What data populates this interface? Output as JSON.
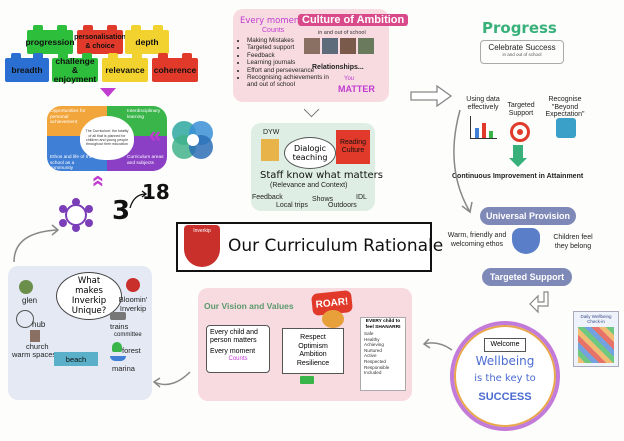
{
  "lego": {
    "progression": "progression",
    "personalisation": "personalisation & choice",
    "depth": "depth",
    "breadth": "breadth",
    "challenge": "challenge & enjoyment",
    "relevance": "relevance",
    "coherence": "coherence"
  },
  "heart": {
    "top_left": "Opportunities for personal achievement",
    "top_right": "Interdisciplinary learning",
    "bottom_left": "Ethos and life of the school as a community",
    "bottom_right": "Curriculum areas and subjects",
    "center": "The Curriculum: the totality of all that is planned for children and young people throughout their education"
  },
  "numbers": {
    "three": "3",
    "eighteen": "18"
  },
  "culture": {
    "header_line1": "Every moment",
    "header_line2": "Counts",
    "title": "Culture of Ambition",
    "subtitle": "in and out of school",
    "items": [
      "Making Mistakes",
      "Targeted support",
      "Feedback",
      "Learning journals",
      "Effort and perseverance",
      "Recognising achievements in and out of school"
    ],
    "relationships": "Relationships...",
    "you_matter_1": "You",
    "you_matter_2": "MATTER"
  },
  "dialogic": {
    "dyw": "DYW",
    "dialogic": "Dialogic teaching",
    "reading": "Reading Culture",
    "staff": "Staff know what matters",
    "relevance": "(Relevance and Context)",
    "feedback": "Feedback",
    "local_trips": "Local trips",
    "shows": "Shows",
    "outdoors": "Outdoors",
    "idl": "IDL"
  },
  "progress": {
    "title": "Progress",
    "celebrate": "Celebrate Success",
    "celebrate_sub": "in and out of school",
    "data": "Using data effectively",
    "targeted": "Targeted Support",
    "recognise": "Recognise \"Beyond Expectation\"",
    "continuous": "Continuous Improvement in Attainment"
  },
  "rationale": {
    "title": "Our Curriculum Rationale",
    "badge": "Inverkip"
  },
  "provision": {
    "universal": "Universal Provision",
    "warm": "Warm, friendly and welcoming ethos",
    "belong": "Children feel they belong",
    "targeted": "Targeted Support"
  },
  "wellbeing": {
    "welcome": "Welcome",
    "line1": "Wellbeing",
    "line2": "is the key to",
    "line3": "SUCCESS",
    "poster": "Daily Wellbeing Check-in"
  },
  "inverkip": {
    "question": "What makes Inverkip Unique?",
    "glen": "glen",
    "bloomin": "Bloomin' Inverkip",
    "hub": "hub",
    "trains": "trains",
    "committee": "committee",
    "church": "church",
    "warm_spaces": "warm spaces",
    "forest": "forest",
    "beach": "beach",
    "marina": "marina"
  },
  "vision": {
    "title": "Our Vision and Values",
    "roar": "ROAR!",
    "every_child": "Every child and person matters",
    "every_moment": "Every moment",
    "counts": "Counts",
    "values": "Respect Optimism Ambition Resilience",
    "shanarri_title": "EVERY child to feel SHANARRI",
    "shanarri": [
      "Safe",
      "Healthy",
      "Achieving",
      "Nurtured",
      "Active",
      "Respected",
      "Responsible",
      "Included"
    ]
  },
  "colors": {
    "lego_green": "#2dbf3c",
    "lego_red": "#e23a2a",
    "lego_yellow": "#f2d22e",
    "lego_blue": "#2a6fd1",
    "accent_purple": "#c13bd0",
    "pill": "#7f89b8",
    "progress_green": "#38b07a"
  }
}
